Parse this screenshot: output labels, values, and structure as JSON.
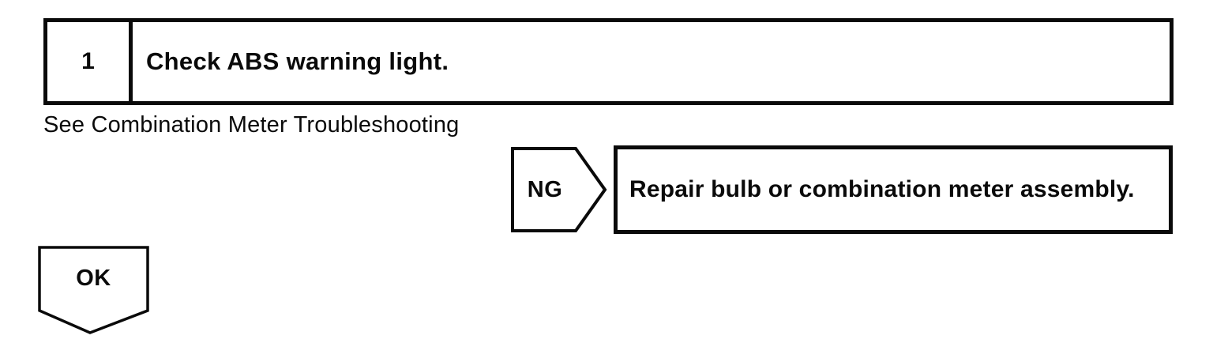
{
  "colors": {
    "ink": "#0a0a0a",
    "background": "#ffffff"
  },
  "step": {
    "number": "1",
    "title": "Check ABS warning light."
  },
  "note": "See Combination Meter Troubleshooting",
  "ng_branch": {
    "label": "NG",
    "action": "Repair bulb or combination meter assembly."
  },
  "ok_branch": {
    "label": "OK"
  }
}
